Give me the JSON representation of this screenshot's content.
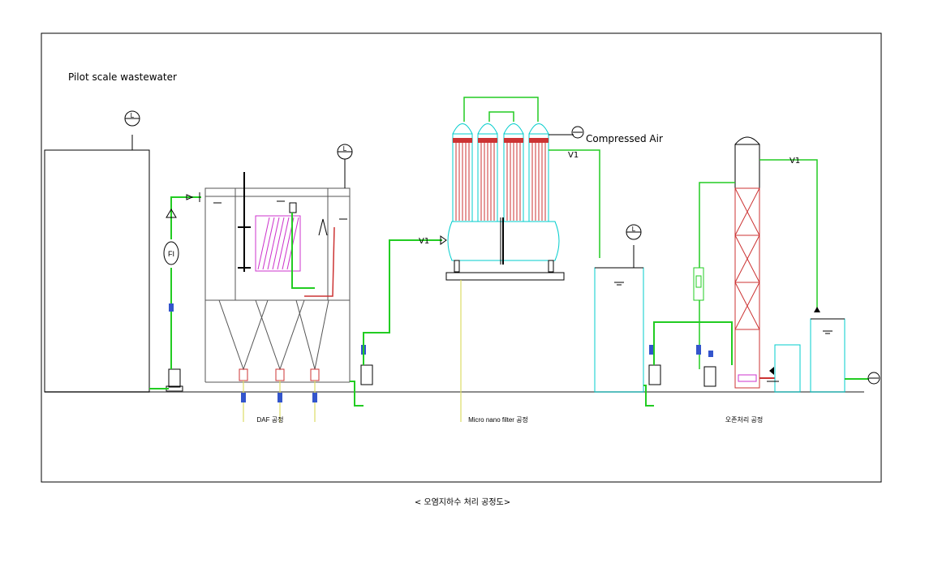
{
  "diagram": {
    "title": "Pilot scale wastewater",
    "sections": {
      "daf": "DAF 공정",
      "mnf": "Micro nano filter 공정",
      "ozone": "오존처리 공정"
    },
    "instrument_labels": {
      "level": "L",
      "flow": "FI",
      "valve": "V1"
    },
    "compressed_air": "Compressed Air",
    "colors": {
      "process_line": "#22cc22",
      "tank_outline": "#00cccc",
      "membrane": "#cc3333",
      "daf_plates": "#cc33cc",
      "drain": "#dddd66",
      "valve": "#3355cc",
      "ozone_column": "#cc3333"
    }
  },
  "caption": "< 오염지하수 처리 공정도>"
}
